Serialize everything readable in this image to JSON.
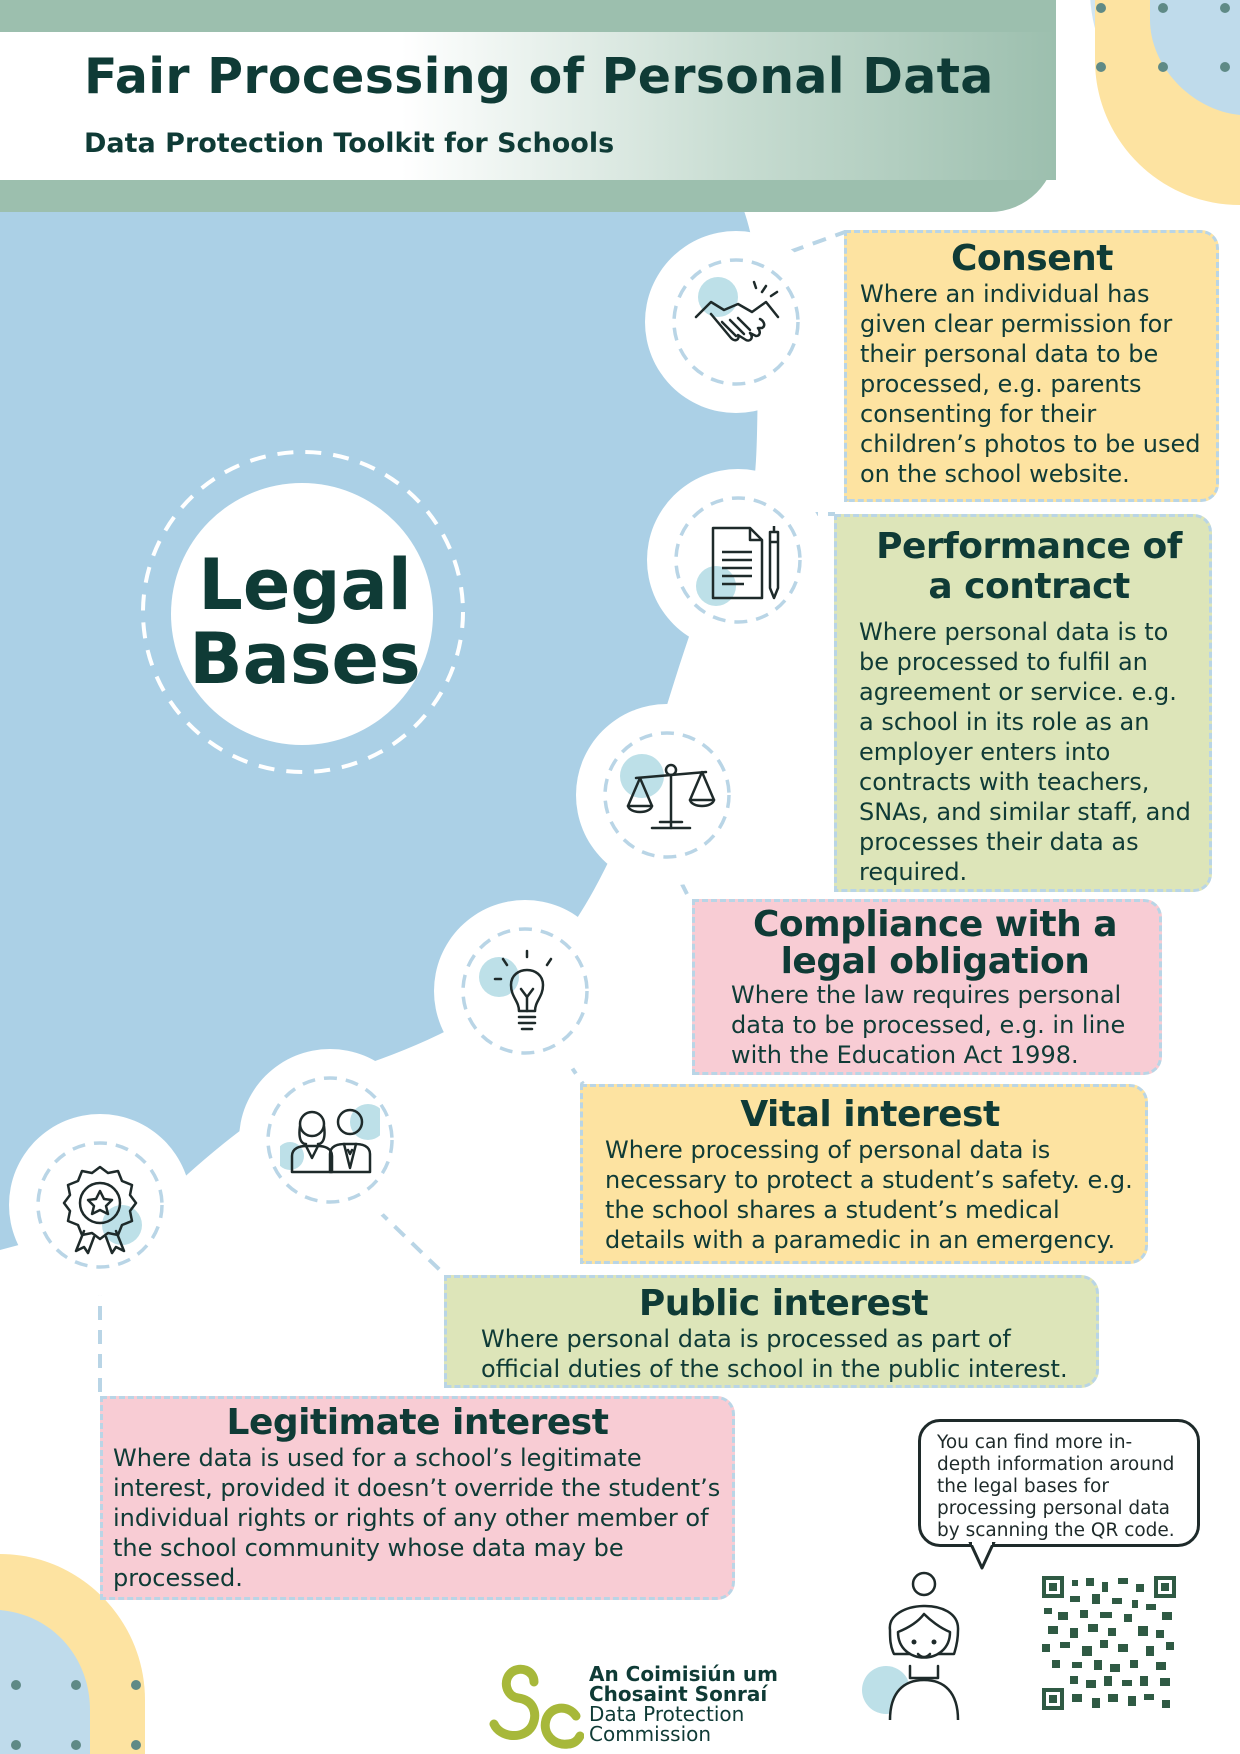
{
  "header": {
    "title": "Fair Processing of Personal Data",
    "subtitle": "Data Protection Toolkit for Schools"
  },
  "center_label": "Legal\nBases",
  "legal_bases": [
    {
      "title": "Consent",
      "text": "Where an individual has given clear permission for their personal data to be processed, e.g. parents consenting for their children’s photos to be used on the school website.",
      "color": "#fde3a1",
      "icon": "handshake-icon"
    },
    {
      "title": "Performance of a contract",
      "text": "Where personal data is to be processed to fulfil an agreement or service. e.g. a school in its role as an employer enters into contracts with teachers, SNAs, and similar staff, and processes their data as required.",
      "color": "#dde5b9",
      "icon": "contract-icon"
    },
    {
      "title": "Compliance with a legal obligation",
      "text": "Where the law requires personal data to be processed, e.g. in line with the Education Act 1998.",
      "color": "#f8ccd4",
      "icon": "scales-icon"
    },
    {
      "title": "Vital interest",
      "text": "Where processing of personal data is necessary to protect a student’s safety. e.g. the school shares a student’s medical details with a paramedic in an emergency.",
      "color": "#fde3a1",
      "icon": "lightbulb-icon"
    },
    {
      "title": "Public interest",
      "text": "Where personal data is processed as part of official duties of the school in the public interest.",
      "color": "#dde5b9",
      "icon": "people-icon"
    },
    {
      "title": "Legitimate interest",
      "text": "Where data is used for a school’s legitimate interest, provided it doesn’t override the student’s individual rights or rights of any other member of the school community whose data may be processed.",
      "color": "#f8ccd4",
      "icon": "award-icon"
    }
  ],
  "speech_bubble": "You can find more in-depth information around the legal bases for processing personal data by scanning the QR code.",
  "logo": {
    "line1": "An Coimisiún um",
    "line2": "Chosaint Sonraí",
    "line3": "Data Protection",
    "line4": "Commission"
  },
  "colors": {
    "dark_green": "#0f3b36",
    "header_green": "#9cbfae",
    "light_blue": "#abd0e6",
    "yellow": "#fde3a1",
    "lime": "#dde5b9",
    "pink": "#f8ccd4",
    "logo_green": "#a7b83a"
  }
}
